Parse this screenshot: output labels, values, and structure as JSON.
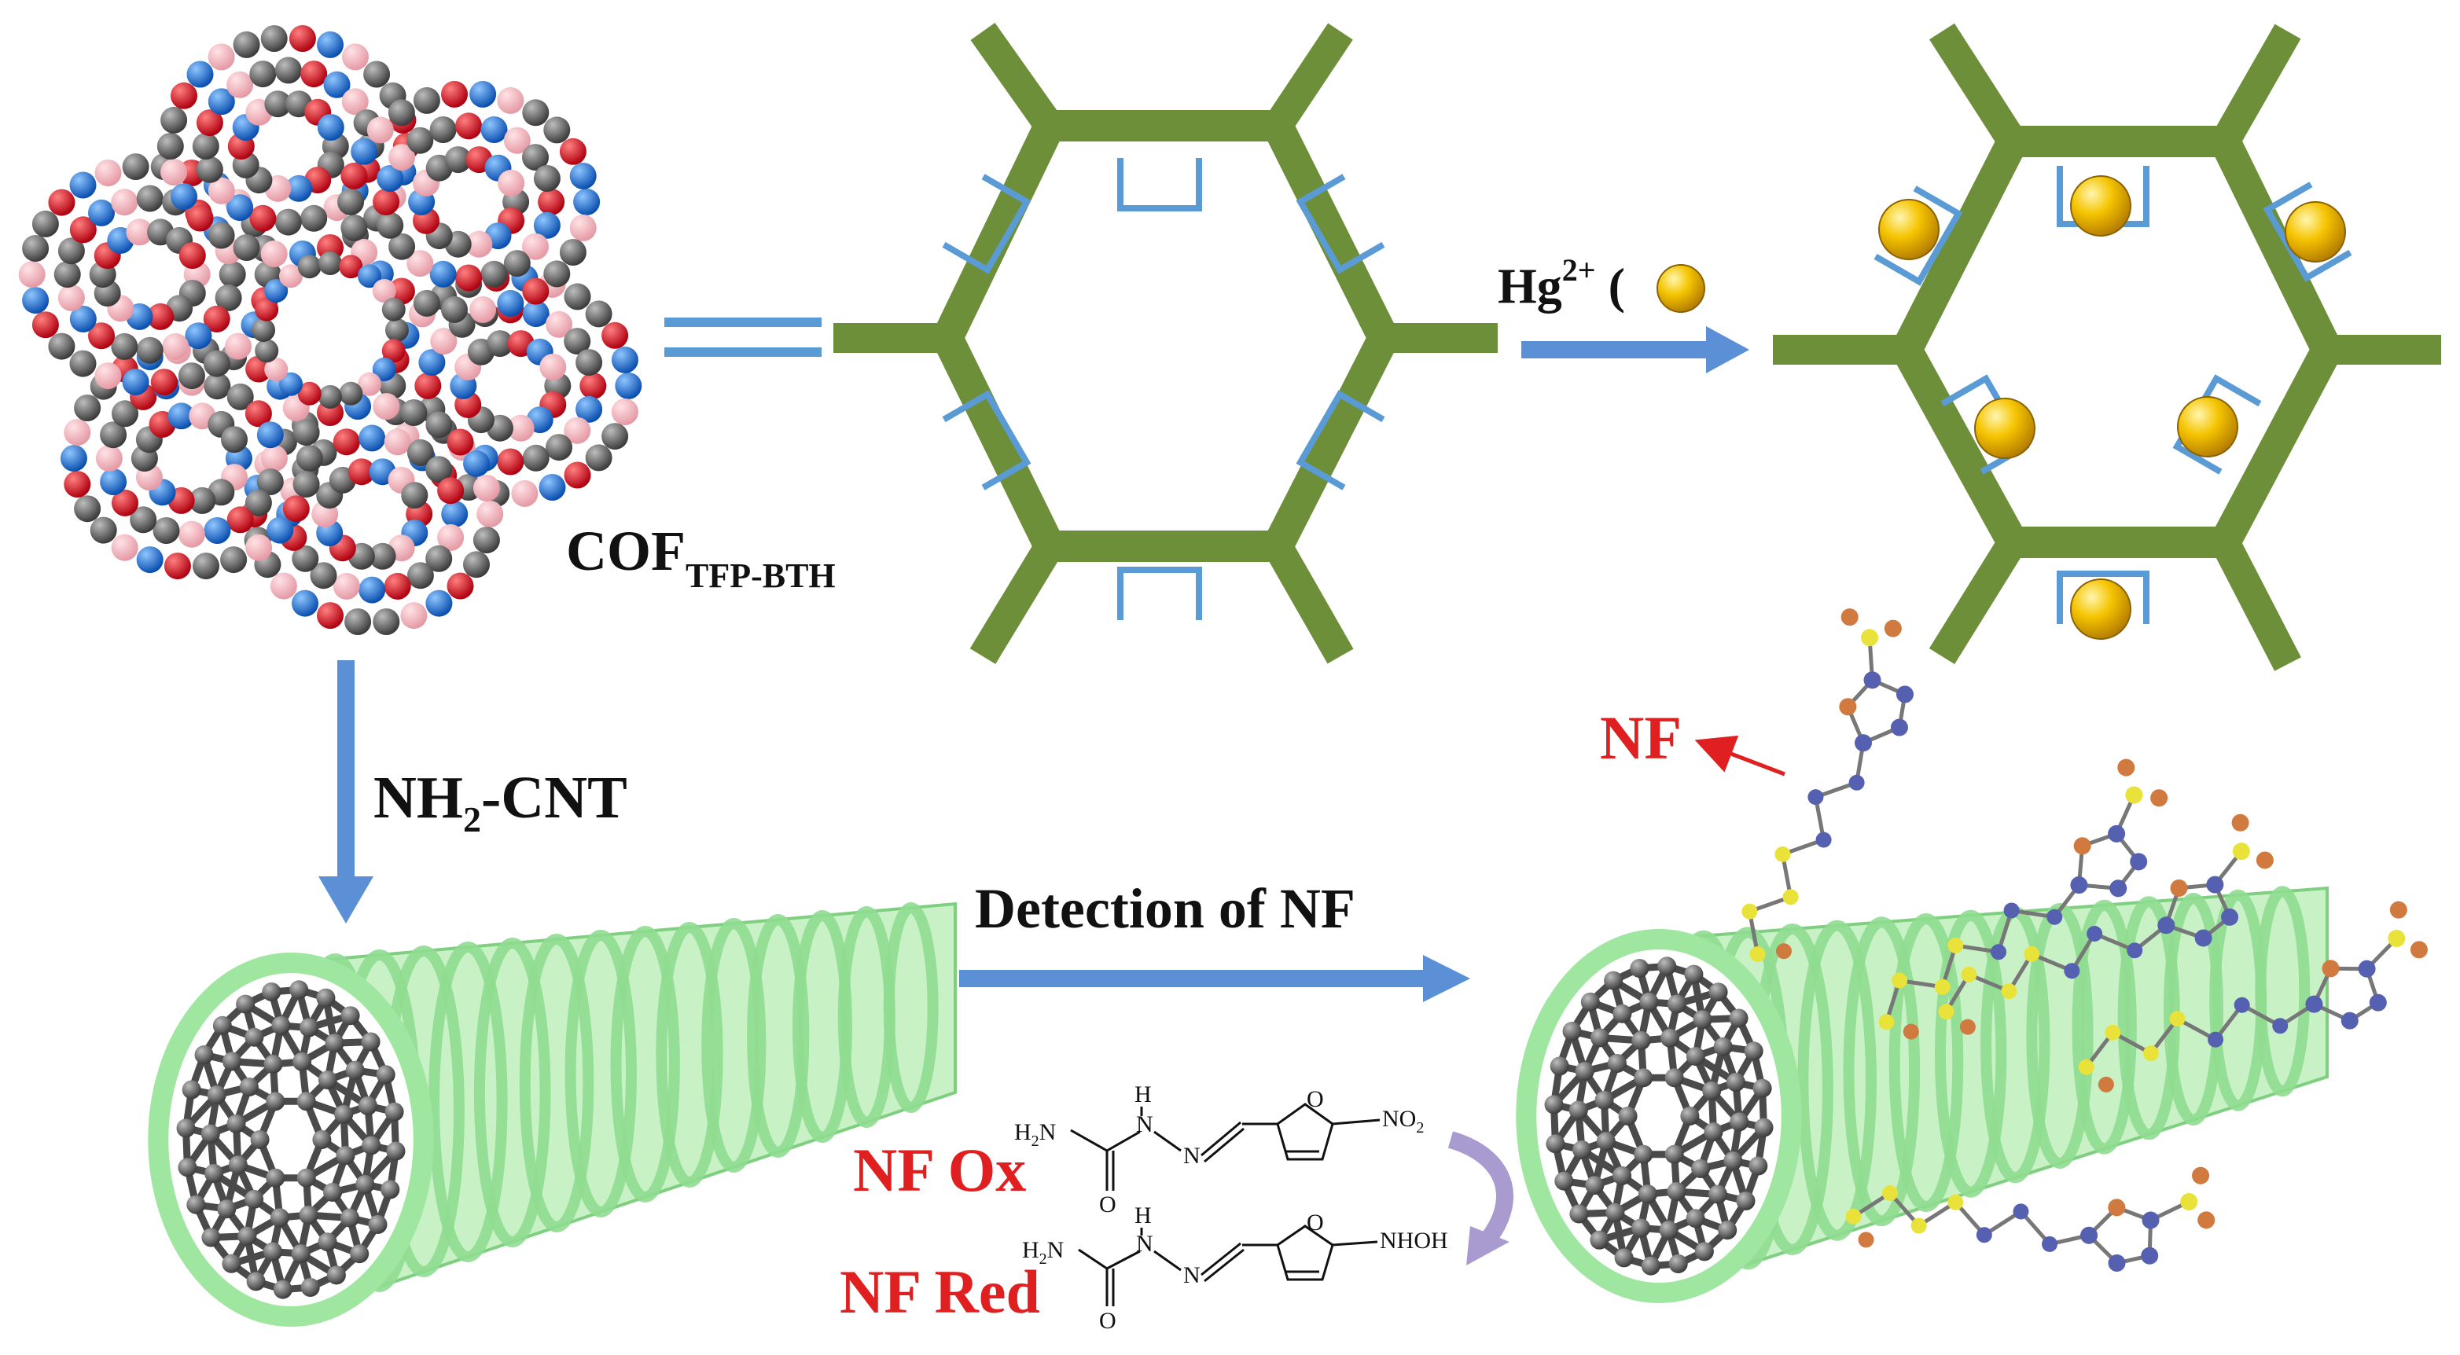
{
  "labels": {
    "cof_main": "COF",
    "cof_sub": "TFP-BTH",
    "hg_main": "Hg",
    "hg_sup": "2+",
    "hg_open": " (",
    "hg_close": ")",
    "nh2_pre": "NH",
    "nh2_sub": "2",
    "nh2_post": "-CNT",
    "detection": "Detection of NF",
    "nf": "NF",
    "nf_ox": "NF Ox",
    "nf_red": "NF Red"
  },
  "molecules": {
    "ox": {
      "h2n": "H",
      "h2n_sub": "2",
      "h2n_n": "N",
      "o": "O",
      "h": "H",
      "n1": "N",
      "n2": "N",
      "ring_o": "O",
      "no2": "NO",
      "no2_sub": "2"
    },
    "red": {
      "h2n": "H",
      "h2n_sub": "2",
      "h2n_n": "N",
      "o": "O",
      "h": "H",
      "n1": "N",
      "n2": "N",
      "ring_o": "O",
      "nhoh": "NHOH"
    }
  },
  "colors": {
    "framework_green": "#6d8f3a",
    "pocket_blue": "#5b9bd5",
    "arrow_blue": "#5b8fd6",
    "gold": "#f2b800",
    "tube_green": "#9fe6a0",
    "carbon_gray": "#555555",
    "red_text": "#e02020",
    "purple_arrow": "#a99bd0"
  }
}
